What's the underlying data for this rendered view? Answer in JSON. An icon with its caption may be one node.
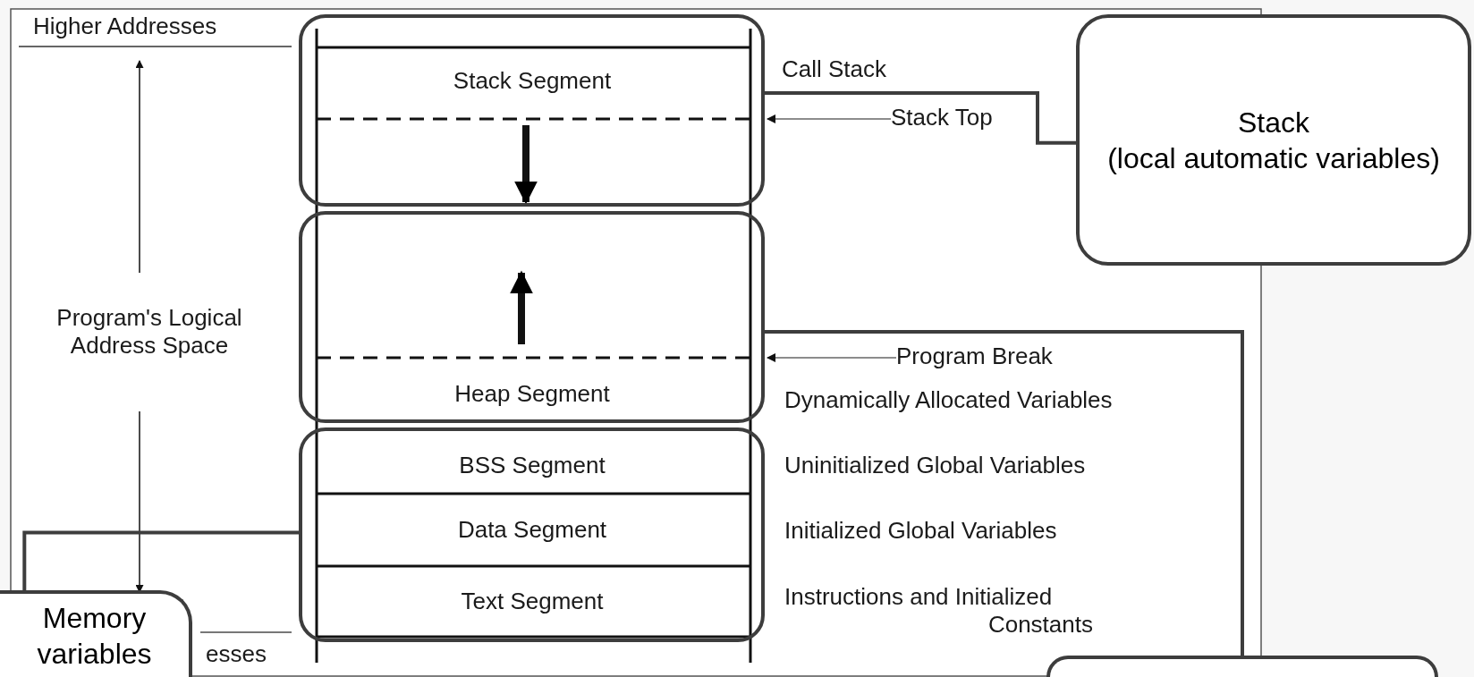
{
  "diagram": {
    "nodes": [
      {
        "text": [],
        "shape": "box"
      },
      {
        "text": [
          "Stack Segment"
        ],
        "in": 0
      },
      {
        "text": [],
        "shape": "box"
      },
      {
        "text": [
          "Heap Segment"
        ],
        "in": 2
      },
      {
        "text": [],
        "shape": "box"
      },
      {
        "text": [
          "BSS Segment"
        ],
        "in": 4
      },
      {
        "text": [
          "Data Segment"
        ],
        "in": 4
      },
      {
        "text": [
          "Text Segment"
        ],
        "in": 4
      },
      {
        "text": [
          "Stack",
          "(local automatic variables)"
        ]
      },
      {
        "text": [],
        "shape": "box"
      },
      {
        "text": [
          "Memory variables"
        ]
      },
      {
        "text": [
          "Stack Top"
        ]
      },
      {
        "text": [
          "Program Break"
        ]
      }
    ],
    "edges": [
      {
        "from": 8,
        "to": 0,
        "arrow": "none"
      },
      {
        "from": 9,
        "to": 2,
        "arrow": "none"
      },
      {
        "from": 10,
        "to": 4,
        "arrow": "none"
      },
      {
        "from": 11,
        "to": 0,
        "arrow": "to",
        "color": "#8c8c8c"
      },
      {
        "from": 12,
        "to": 2,
        "arrow": "to",
        "color": "#8c8c8c"
      }
    ],
    "labels": [
      "Higher Addresses",
      "Call Stack",
      "Program's Logical Address Space",
      "Dynamically Allocated Variables",
      "Uninitialized Global Variables",
      "Initialized Global Variables",
      "Instructions and Initialized Constants",
      "esses"
    ]
  }
}
